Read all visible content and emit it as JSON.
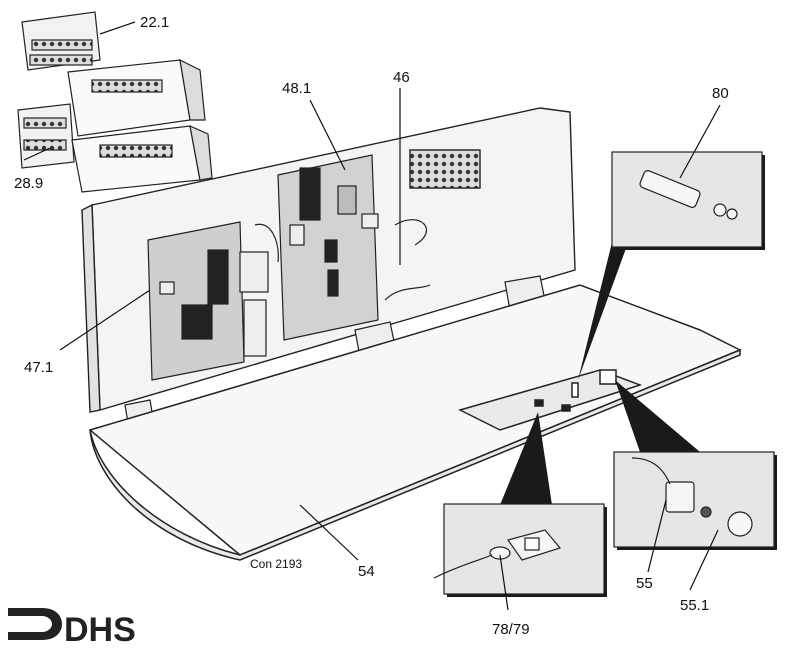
{
  "callouts": {
    "c22_1": "22.1",
    "c28_9": "28.9",
    "c48_1": "48.1",
    "c46": "46",
    "c80": "80",
    "c47_1": "47.1",
    "c54": "54",
    "c55": "55",
    "c55_1": "55.1",
    "c78_79": "78/79"
  },
  "drawing_ref": "Con 2193",
  "logo": {
    "text": "DHS"
  },
  "colors": {
    "line": "#222222",
    "panel": "#f4f4f4",
    "board": "#cfcfcf",
    "zoom_bg": "#e6e6e6",
    "shadow": "#1a1a1a"
  }
}
